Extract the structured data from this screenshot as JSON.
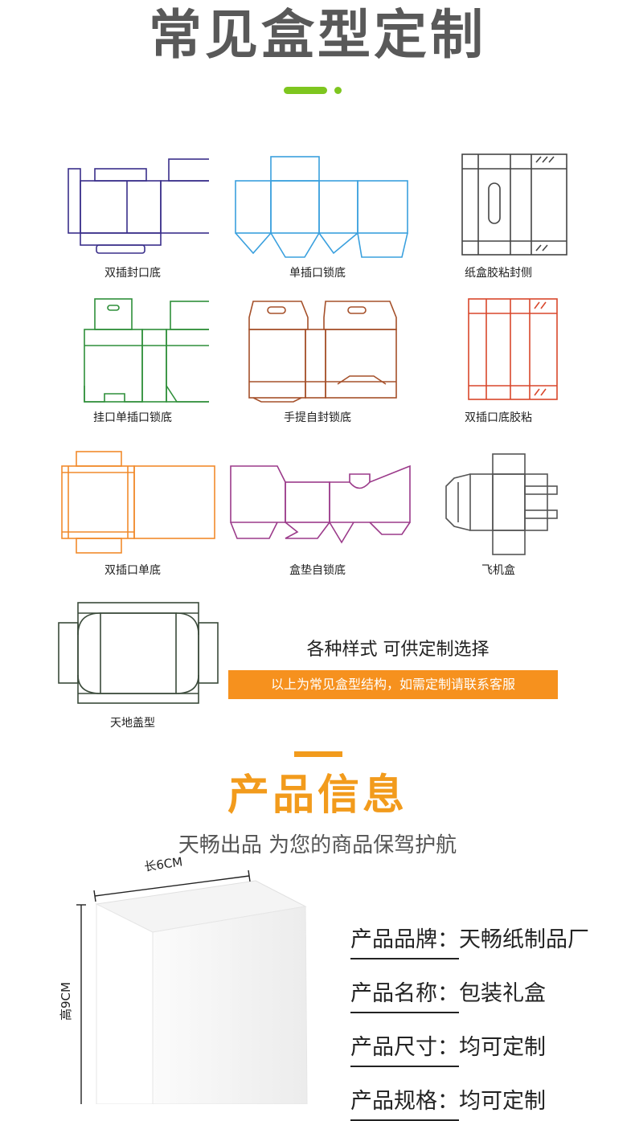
{
  "header": {
    "title": "常见盒型定制"
  },
  "colors": {
    "accent_green": "#7ec61f",
    "accent_orange": "#f29b1c",
    "banner_orange": "#f6911e"
  },
  "boxes": [
    {
      "label": "双插封口底",
      "color": "#3a2f8a"
    },
    {
      "label": "单插口锁底",
      "color": "#3aa0de"
    },
    {
      "label": "纸盒胶粘封侧",
      "color": "#444444"
    },
    {
      "label": "挂口单插口锁底",
      "color": "#2f8f3a"
    },
    {
      "label": "手提自封锁底",
      "color": "#a5502a"
    },
    {
      "label": "双插口底胶粘",
      "color": "#d9472b"
    },
    {
      "label": "双插口单底",
      "color": "#f18a2c"
    },
    {
      "label": "盒垫自锁底",
      "color": "#9b3a8a"
    },
    {
      "label": "飞机盒",
      "color": "#555555"
    },
    {
      "label": "天地盖型",
      "color": "#3a4a3a"
    }
  ],
  "custom": {
    "title": "各种样式 可供定制选择",
    "banner": "以上为常见盒型结构，如需定制请联系客服"
  },
  "product": {
    "title": "产品信息",
    "subtitle": "天畅出品  为您的商品保驾护航",
    "dim_length": "长6CM",
    "dim_height": "高9CM",
    "specs": [
      {
        "key": "产品品牌：",
        "value": "天畅纸制品厂"
      },
      {
        "key": "产品名称：",
        "value": "包装礼盒"
      },
      {
        "key": "产品尺寸：",
        "value": "均可定制"
      },
      {
        "key": "产品规格：",
        "value": "均可定制"
      }
    ]
  }
}
